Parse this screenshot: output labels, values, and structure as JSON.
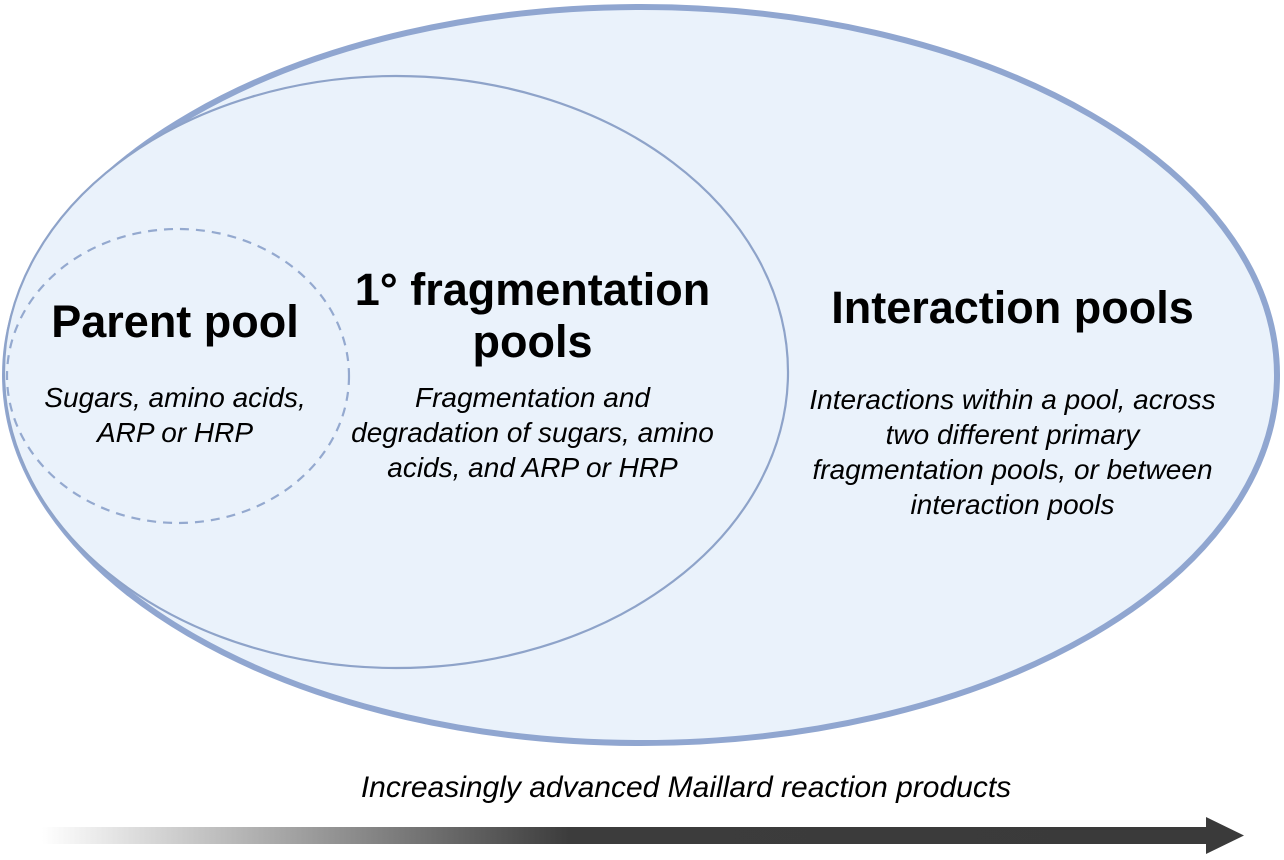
{
  "pools": {
    "parent": {
      "title": "Parent pool",
      "description": "Sugars, amino acids, ARP or HRP"
    },
    "fragmentation": {
      "title": "1° fragmentation pools",
      "description": "Fragmentation and degradation of sugars, amino acids, and ARP or HRP"
    },
    "interaction": {
      "title": "Interaction pools",
      "description": "Interactions within a pool, across two different primary fragmentation pools, or between  interaction pools"
    }
  },
  "axis": {
    "label": "Increasingly advanced Maillard reaction products"
  },
  "colors": {
    "outer_stroke": "#90a6d0",
    "inner_stroke": "#8ea3c9",
    "fill": "#eaf2fb",
    "dashed_stroke": "#94a9cf",
    "arrow_start": "#ffffff",
    "arrow_end": "#3a3a3a"
  }
}
